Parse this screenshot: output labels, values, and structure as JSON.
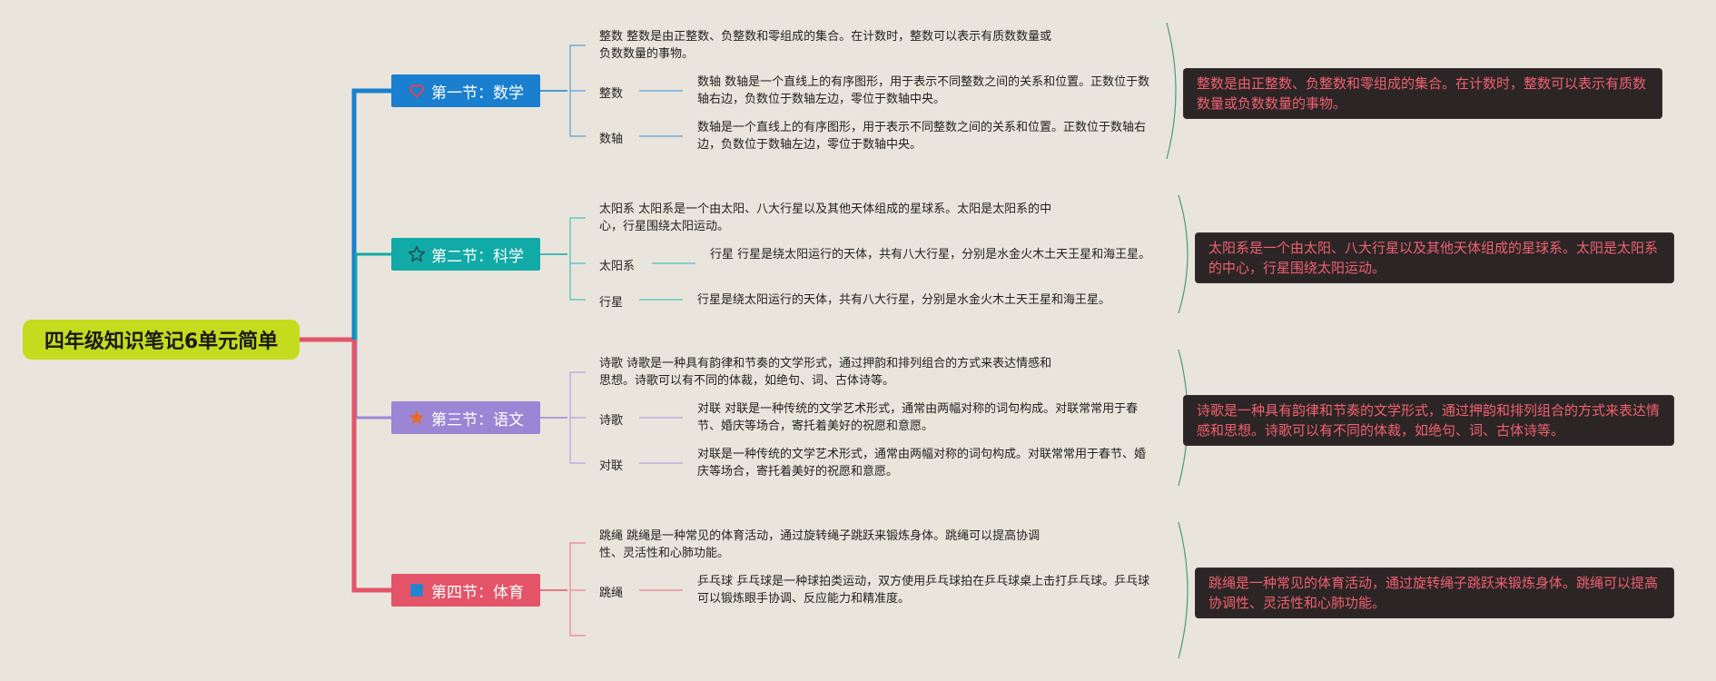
{
  "root": {
    "title": "四年级知识笔记6单元简单"
  },
  "sections": [
    {
      "title": "第一节：数学",
      "icon": "heart-icon",
      "color": "#1a7fcf",
      "main_text": "整数 整数是由正整数、负整数和零组成的集合。在计数时，整数可以表示有质数数量或负数数量的事物。",
      "branches": [
        {
          "label": "整数",
          "text": "数轴 数轴是一个直线上的有序图形，用于表示不同整数之间的关系和位置。正数位于数轴右边，负数位于数轴左边，零位于数轴中央。"
        },
        {
          "label": "数轴",
          "text": "数轴是一个直线上的有序图形，用于表示不同整数之间的关系和位置。正数位于数轴右边，负数位于数轴左边，零位于数轴中央。"
        }
      ],
      "note": "整数是由正整数、负整数和零组成的集合。在计数时，整数可以表示有质数数量或负数数量的事物。"
    },
    {
      "title": "第二节：科学",
      "icon": "star-outline-icon",
      "color": "#12aaa6",
      "main_text": "太阳系 太阳系是一个由太阳、八大行星以及其他天体组成的星球系。太阳是太阳系的中心，行星围绕太阳运动。",
      "branches": [
        {
          "label": "太阳系",
          "text": "行星 行星是绕太阳运行的天体，共有八大行星，分别是水金火木土天王星和海王星。"
        },
        {
          "label": "行星",
          "text": "行星是绕太阳运行的天体，共有八大行星，分别是水金火木土天王星和海王星。"
        }
      ],
      "note": "太阳系是一个由太阳、八大行星以及其他天体组成的星球系。太阳是太阳系的中心，行星围绕太阳运动。"
    },
    {
      "title": "第三节：语文",
      "icon": "star-filled-icon",
      "color": "#9b86d6",
      "main_text": "诗歌 诗歌是一种具有韵律和节奏的文学形式，通过押韵和排列组合的方式来表达情感和思想。诗歌可以有不同的体裁，如绝句、词、古体诗等。",
      "branches": [
        {
          "label": "诗歌",
          "text": "对联 对联是一种传统的文学艺术形式，通常由两幅对称的词句构成。对联常常用于春节、婚庆等场合，寄托着美好的祝愿和意愿。"
        },
        {
          "label": "对联",
          "text": "对联是一种传统的文学艺术形式，通常由两幅对称的词句构成。对联常常用于春节、婚庆等场合，寄托着美好的祝愿和意愿。"
        }
      ],
      "note": "诗歌是一种具有韵律和节奏的文学形式，通过押韵和排列组合的方式来表达情感和思想。诗歌可以有不同的体裁，如绝句、词、古体诗等。"
    },
    {
      "title": "第四节：体育",
      "icon": "square-icon",
      "color": "#e35468",
      "main_text": "跳绳 跳绳是一种常见的体育活动，通过旋转绳子跳跃来锻炼身体。跳绳可以提高协调性、灵活性和心肺功能。",
      "branches": [
        {
          "label": "跳绳",
          "text": "乒乓球 乒乓球是一种球拍类运动，双方使用乒乓球拍在乒乓球桌上击打乒乓球。乒乓球可以锻炼眼手协调、反应能力和精准度。"
        }
      ],
      "note": "跳绳是一种常见的体育活动，通过旋转绳子跳跃来锻炼身体。跳绳可以提高协调性、灵活性和心肺功能。"
    }
  ]
}
